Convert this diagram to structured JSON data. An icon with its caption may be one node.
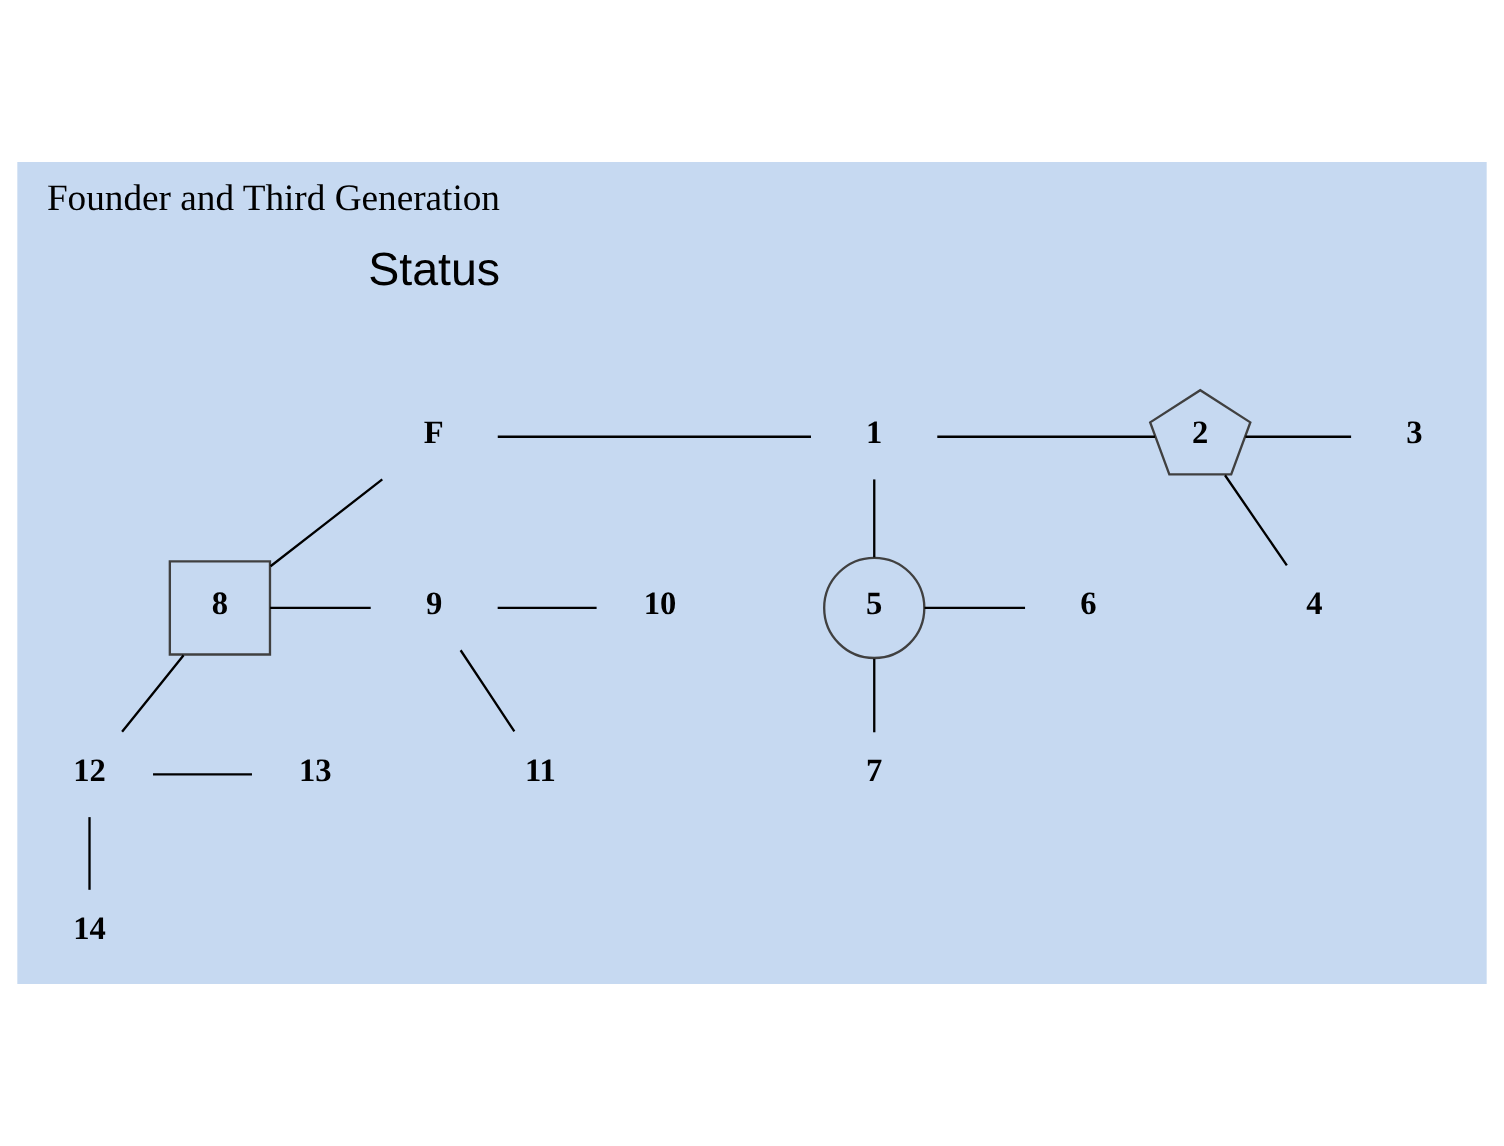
{
  "diagram": {
    "title": "Founder and Third Generation",
    "nodes": [
      {
        "text": [
          "F"
        ]
      },
      {
        "text": [
          "1"
        ]
      },
      {
        "text": [
          "2"
        ]
      },
      {
        "text": [
          "3"
        ]
      },
      {
        "text": [
          "4"
        ]
      },
      {
        "text": [
          "5"
        ]
      },
      {
        "text": [
          "6"
        ]
      },
      {
        "text": [
          "7"
        ]
      },
      {
        "text": [
          "8"
        ]
      },
      {
        "text": [
          "9"
        ]
      },
      {
        "text": [
          "10"
        ]
      },
      {
        "text": [
          "11"
        ]
      },
      {
        "text": [
          "12"
        ]
      },
      {
        "text": [
          "13"
        ]
      },
      {
        "text": [
          "14"
        ]
      }
    ],
    "edges": [
      {
        "from": 0,
        "to": 1,
        "arrow": "none"
      },
      {
        "from": 1,
        "to": 2,
        "arrow": "none"
      },
      {
        "from": 2,
        "to": 3,
        "arrow": "none"
      },
      {
        "from": 2,
        "to": 4,
        "arrow": "none"
      },
      {
        "from": 1,
        "to": 5,
        "arrow": "none"
      },
      {
        "from": 5,
        "to": 6,
        "arrow": "none"
      },
      {
        "from": 5,
        "to": 7,
        "arrow": "none"
      },
      {
        "from": 0,
        "to": 8,
        "arrow": "none"
      },
      {
        "from": 8,
        "to": 9,
        "arrow": "none"
      },
      {
        "from": 9,
        "to": 10,
        "arrow": "none"
      },
      {
        "from": 9,
        "to": 11,
        "arrow": "none"
      },
      {
        "from": 8,
        "to": 12,
        "arrow": "none"
      },
      {
        "from": 12,
        "to": 13,
        "arrow": "none"
      },
      {
        "from": 12,
        "to": 14,
        "arrow": "none"
      }
    ],
    "labels": [
      "Status"
    ]
  }
}
